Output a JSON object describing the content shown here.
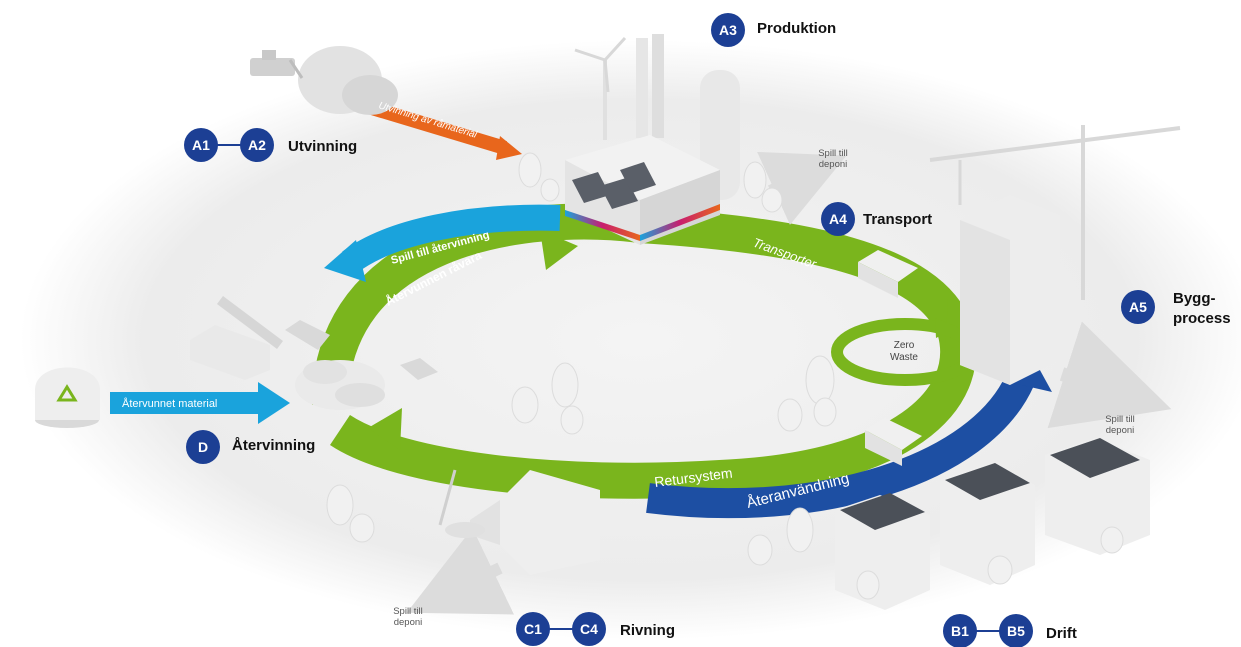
{
  "stages": {
    "a3": {
      "badge": "A3",
      "label": "Produktion"
    },
    "a1a2": {
      "badge_start": "A1",
      "badge_end": "A2",
      "label": "Utvinning"
    },
    "a4": {
      "badge": "A4",
      "label": "Transport"
    },
    "a5": {
      "badge": "A5",
      "label_line1": "Bygg-",
      "label_line2": "process"
    },
    "d": {
      "badge": "D",
      "label": "Återvinning"
    },
    "c1c4": {
      "badge_start": "C1",
      "badge_end": "C4",
      "label": "Rivning"
    },
    "b1b5": {
      "badge_start": "B1",
      "badge_end": "B5",
      "label": "Drift"
    }
  },
  "flows": {
    "raw_material": "Utvinning av råmaterial",
    "waste_recycling": "Spill till återvinning",
    "recycled_raw": "Återvunnen råvara",
    "transports": "Transporter",
    "recycled_material": "Återvunnet material",
    "return_system": "Retursystem",
    "reuse": "Återanvändning"
  },
  "notes": {
    "landfill_top_line1": "Spill till",
    "landfill_top_line2": "deponi",
    "landfill_right_line1": "Spill till",
    "landfill_right_line2": "deponi",
    "landfill_bottom_line1": "Spill till",
    "landfill_bottom_line2": "deponi",
    "zero_waste_line1": "Zero",
    "zero_waste_line2": "Waste"
  },
  "colors": {
    "badge": "#1c3f94",
    "green_flow": "#7ab51d",
    "blue_flow": "#1aa3dc",
    "dark_blue_flow": "#1d4fa3",
    "orange_flow": "#e8661c"
  },
  "icons": [
    "recycle-icon"
  ]
}
